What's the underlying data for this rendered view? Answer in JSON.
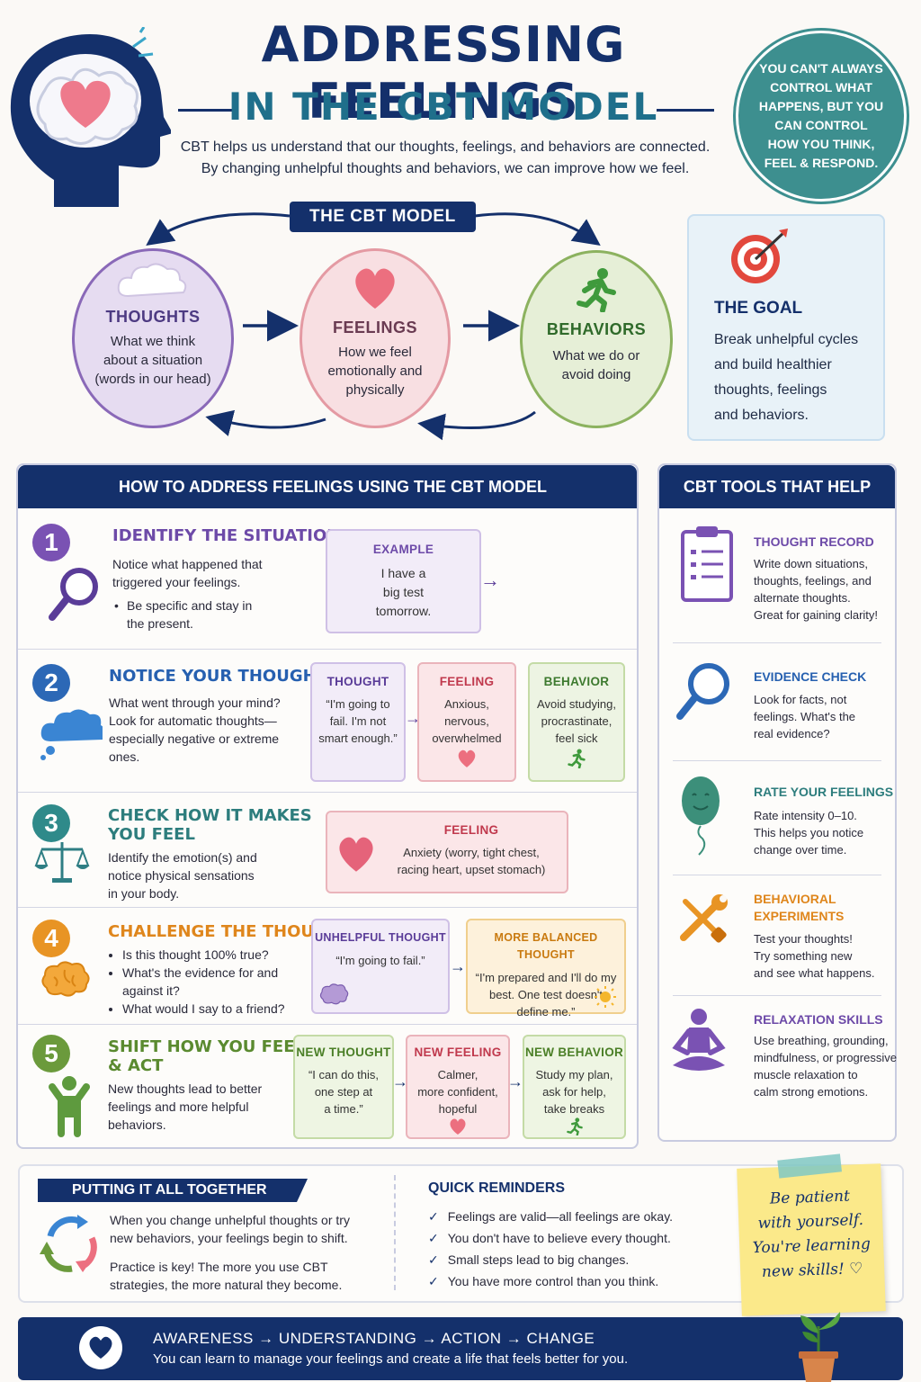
{
  "header": {
    "title_line1": "ADDRESSING FEELINGS",
    "title_line2": "IN THE CBT MODEL",
    "intro_line1": "CBT helps us understand that our thoughts, feelings, and behaviors are connected.",
    "intro_line2": "By changing unhelpful thoughts and behaviors, we can improve how we feel.",
    "quote": "YOU CAN'T ALWAYS CONTROL WHAT HAPPENS, BUT YOU CAN CONTROL HOW YOU THINK, FEEL & RESPOND."
  },
  "model": {
    "label": "THE CBT MODEL",
    "thoughts": {
      "title": "THOUGHTS",
      "l1": "What we think",
      "l2": "about a situation",
      "l3": "(words in our head)"
    },
    "feelings": {
      "title": "FEELINGS",
      "l1": "How we feel",
      "l2": "emotionally and",
      "l3": "physically"
    },
    "behaviors": {
      "title": "BEHAVIORS",
      "l1": "What we do or",
      "l2": "avoid doing"
    },
    "goal": {
      "title": "THE GOAL",
      "l1": "Break unhelpful cycles",
      "l2": "and build healthier",
      "l3": "thoughts, feelings",
      "l4": "and behaviors."
    }
  },
  "howto": {
    "heading": "HOW TO ADDRESS FEELINGS USING THE CBT MODEL",
    "s1": {
      "num": "1",
      "title": "IDENTIFY THE SITUATION",
      "t1": "Notice what happened that",
      "t2": "triggered your feelings.",
      "b1a": "Be specific and stay in",
      "b1b": "the present.",
      "card_h": "EXAMPLE",
      "c1": "I have a",
      "c2": "big test",
      "c3": "tomorrow."
    },
    "s2": {
      "num": "2",
      "title": "NOTICE YOUR THOUGHTS",
      "t1": "What went through your mind?",
      "t2": "Look for automatic thoughts—",
      "t3": "especially negative or extreme",
      "t4": "ones.",
      "th_h": "THOUGHT",
      "th1": "“I'm going to",
      "th2": "fail. I'm not",
      "th3": "smart enough.”",
      "fe_h": "FEELING",
      "fe1": "Anxious,",
      "fe2": "nervous,",
      "fe3": "overwhelmed",
      "be_h": "BEHAVIOR",
      "be1": "Avoid studying,",
      "be2": "procrastinate,",
      "be3": "feel sick"
    },
    "s3": {
      "num": "3",
      "title1": "CHECK HOW IT MAKES",
      "title2": "YOU FEEL",
      "t1": "Identify the emotion(s) and",
      "t2": "notice physical sensations",
      "t3": "in your body.",
      "card_h": "FEELING",
      "c1": "Anxiety (worry, tight chest,",
      "c2": "racing heart, upset stomach)"
    },
    "s4": {
      "num": "4",
      "title": "CHALLENGE THE THOUGHT",
      "b1": "Is this thought 100% true?",
      "b2a": "What's the evidence for and",
      "b2b": "against it?",
      "b3": "What would I say to a friend?",
      "un_h": "UNHELPFUL THOUGHT",
      "un1": "“I'm going to fail.”",
      "ba_h": "MORE BALANCED THOUGHT",
      "ba1": "“I'm prepared and I'll do my",
      "ba2": "best. One test doesn't",
      "ba3": "define me.”"
    },
    "s5": {
      "num": "5",
      "title1": "SHIFT HOW YOU FEEL",
      "title2": "& ACT",
      "t1": "New thoughts lead to better",
      "t2": "feelings and more helpful",
      "t3": "behaviors.",
      "nt_h": "NEW THOUGHT",
      "nt1": "“I can do this,",
      "nt2": "one step at",
      "nt3": "a time.”",
      "nf_h": "NEW FEELING",
      "nf1": "Calmer,",
      "nf2": "more confident,",
      "nf3": "hopeful",
      "nb_h": "NEW BEHAVIOR",
      "nb1": "Study my plan,",
      "nb2": "ask for help,",
      "nb3": "take breaks"
    }
  },
  "tools": {
    "heading": "CBT TOOLS THAT HELP",
    "t1": {
      "h": "THOUGHT RECORD",
      "l1": "Write down situations,",
      "l2": "thoughts, feelings, and",
      "l3": "alternate thoughts.",
      "l4": "Great for gaining clarity!"
    },
    "t2": {
      "h": "EVIDENCE CHECK",
      "l1": "Look for facts, not",
      "l2": "feelings. What's the",
      "l3": "real evidence?"
    },
    "t3": {
      "h": "RATE YOUR FEELINGS",
      "l1": "Rate intensity 0–10.",
      "l2": "This helps you notice",
      "l3": "change over time."
    },
    "t4": {
      "h1": "BEHAVIORAL",
      "h2": "EXPERIMENTS",
      "l1": "Test your thoughts!",
      "l2": "Try something new",
      "l3": "and see what happens."
    },
    "t5": {
      "h": "RELAXATION SKILLS",
      "l1": "Use breathing, grounding,",
      "l2": "mindfulness, or progressive",
      "l3": "muscle relaxation to",
      "l4": "calm strong emotions."
    }
  },
  "together": {
    "heading": "PUTTING IT ALL TOGETHER",
    "p1a": "When you change unhelpful thoughts or try",
    "p1b": "new behaviors, your feelings begin to shift.",
    "p2a": "Practice is key! The more you use CBT",
    "p2b": "strategies, the more natural they become."
  },
  "reminders": {
    "heading": "QUICK REMINDERS",
    "r1": "Feelings are valid—all feelings are okay.",
    "r2": "You don't have to believe every thought.",
    "r3": "Small steps lead to big changes.",
    "r4": "You have more control than you think."
  },
  "note": {
    "l1": "Be patient",
    "l2": "with yourself.",
    "l3": "You're learning",
    "l4": "new skills!"
  },
  "banner": {
    "line1": "AWARENESS → UNDERSTANDING → ACTION → CHANGE",
    "line2": "You can learn to manage your feelings and create a life that feels better for you."
  }
}
